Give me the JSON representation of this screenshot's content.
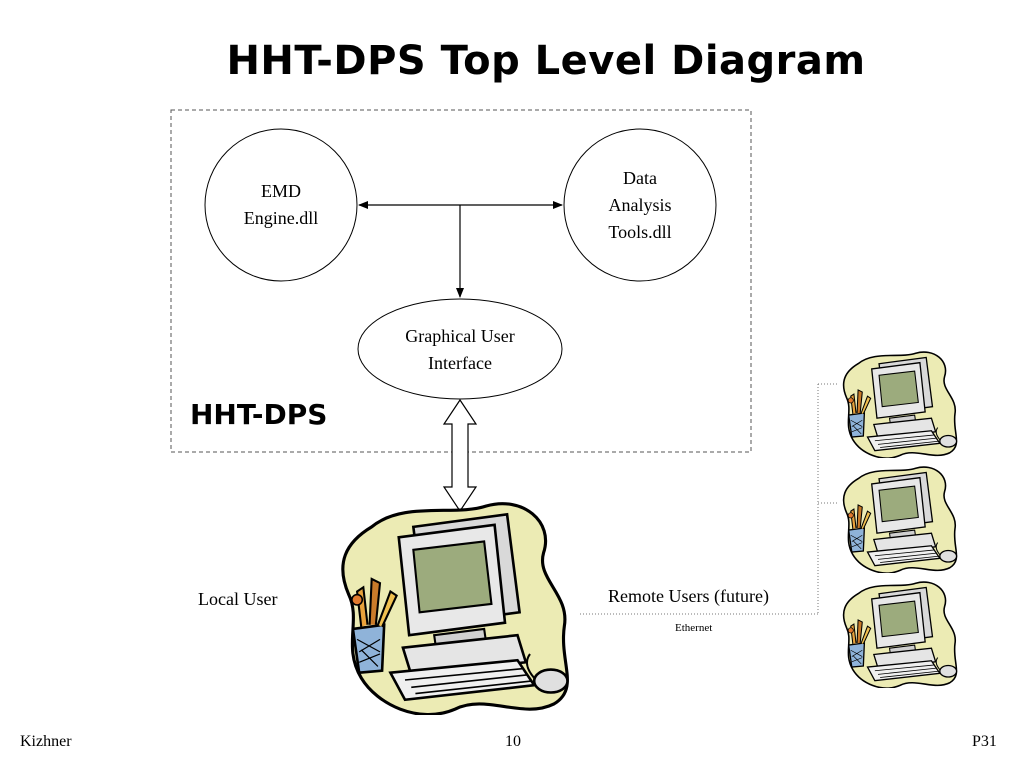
{
  "slide": {
    "title": "HHT-DPS Top Level Diagram",
    "group_label": "HHT-DPS",
    "nodes": {
      "emd": "EMD\nEngine.dll",
      "data_tools": "Data\nAnalysis\nTools.dll",
      "gui": "Graphical User\nInterface"
    },
    "local_user_label": "Local User",
    "remote_users_label": "Remote Users (future)",
    "ethernet_label": "Ethernet",
    "footer": {
      "author": "Kizhner",
      "page_number": "10",
      "code": "P31"
    },
    "icons": {
      "local": "computer-clipart-icon",
      "remote": "computer-clipart-icon"
    },
    "colors": {
      "blob": "#ecebb4",
      "screen": "#9cab7d",
      "pencil_cup": "#8fb3d9"
    }
  }
}
